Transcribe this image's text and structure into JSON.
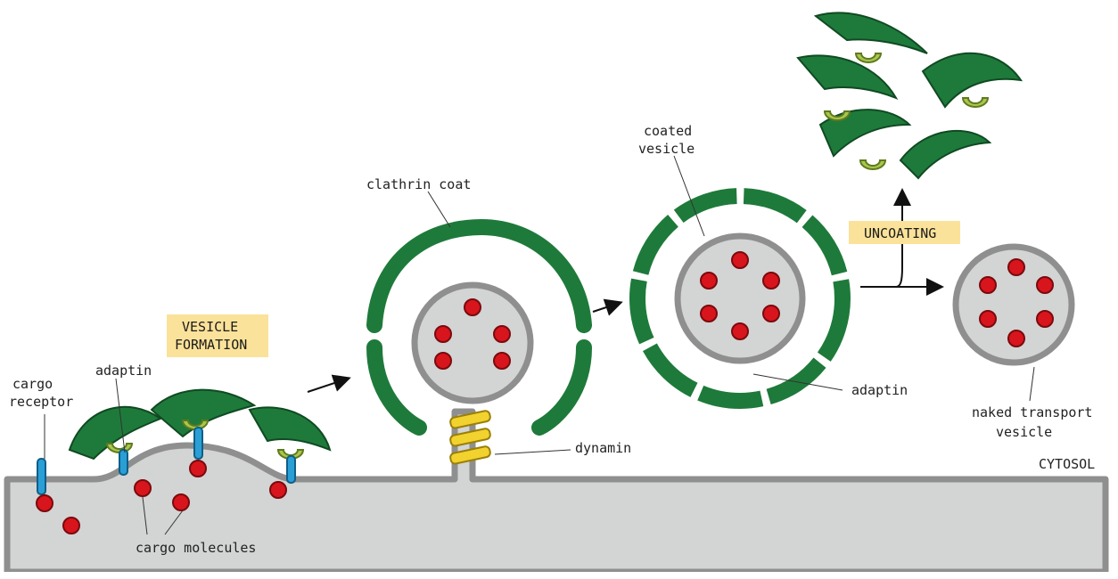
{
  "labels": {
    "cargo_receptor_1": "cargo",
    "cargo_receptor_2": "receptor",
    "adaptin_left": "adaptin",
    "vesicle_formation_1": "VESICLE",
    "vesicle_formation_2": "FORMATION",
    "cargo_molecules": "cargo molecules",
    "clathrin_coat": "clathrin coat",
    "dynamin": "dynamin",
    "coated_vesicle_1": "coated",
    "coated_vesicle_2": "vesicle",
    "adaptin_right": "adaptin",
    "uncoating": "UNCOATING",
    "naked_vesicle_1": "naked transport",
    "naked_vesicle_2": "vesicle",
    "cytosol": "CYTOSOL"
  },
  "colors": {
    "clathrin": "#1e7a3a",
    "adaptin": "#a9c64d",
    "receptor": "#2a9fd6",
    "cargo": "#d8151c",
    "dynamin": "#f2d22e",
    "membrane": "#8f8f8f",
    "cytosol_fill": "#d3d4d4",
    "label_box": "#fbe29a"
  }
}
